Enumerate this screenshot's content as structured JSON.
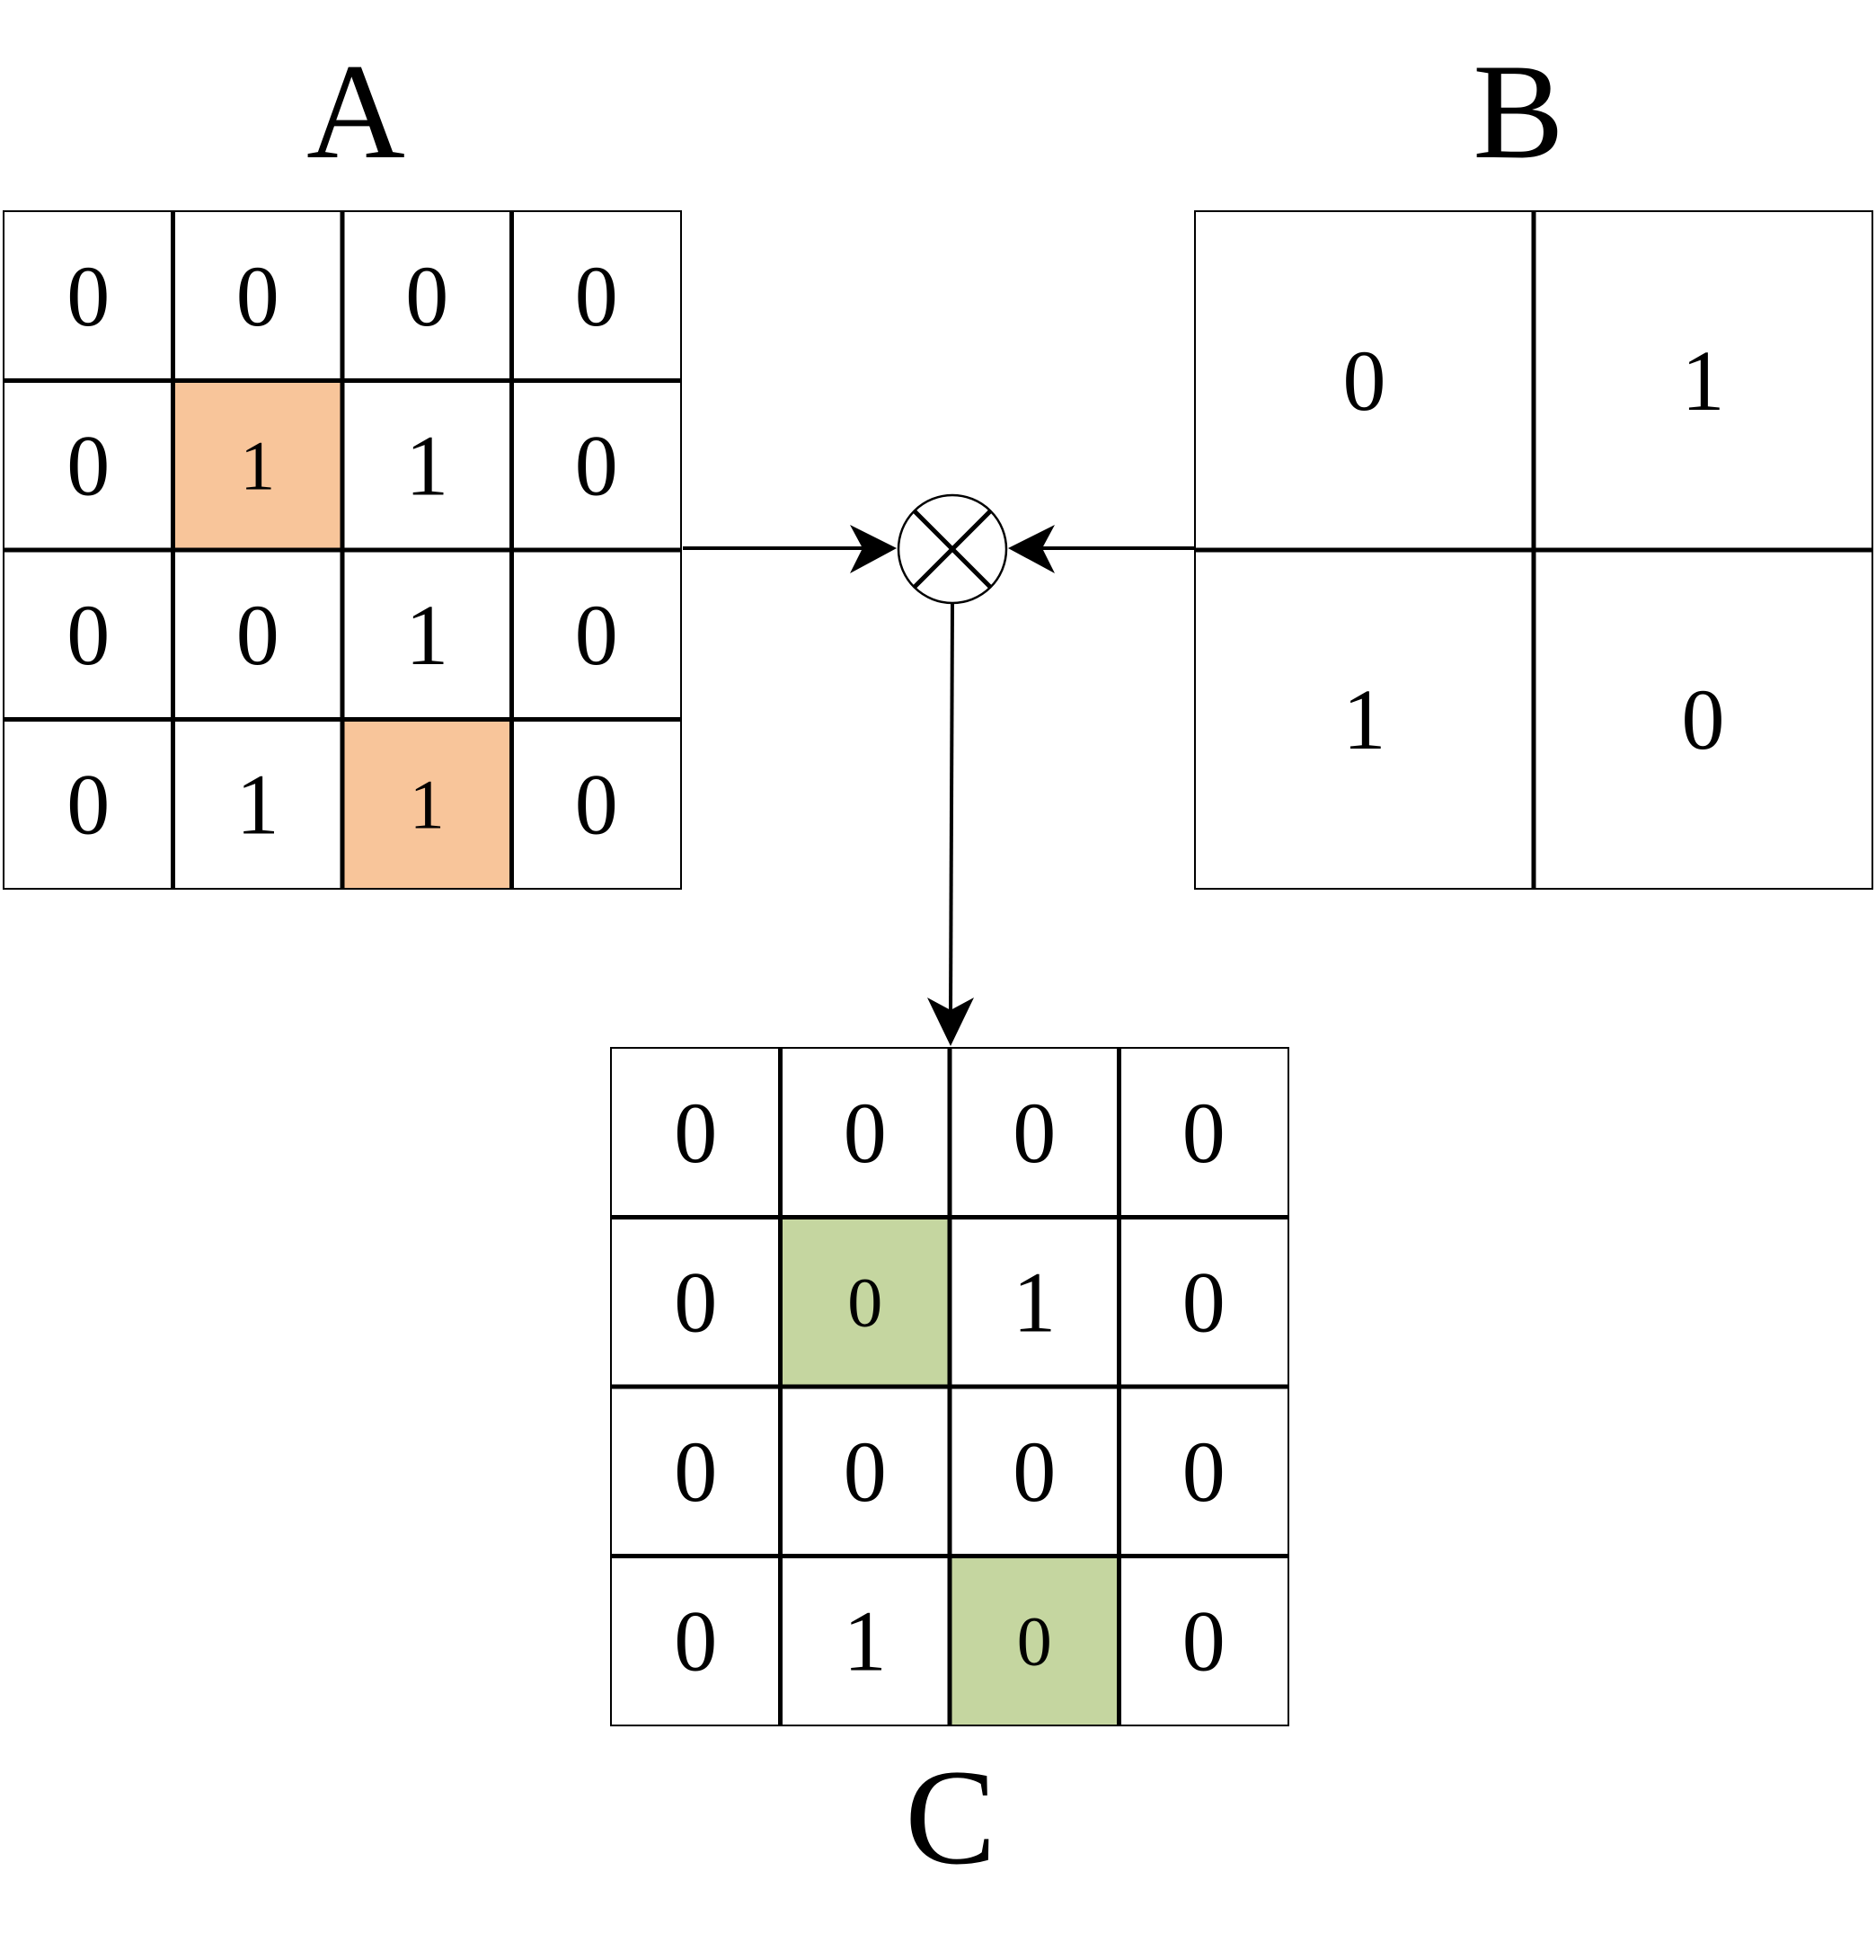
{
  "colors": {
    "highlight_a": "#f8c59a",
    "highlight_c": "#c5d6a0",
    "line": "#000000",
    "background": "#ffffff"
  },
  "operator": {
    "icon": "circled-times-icon",
    "meaning": "element-wise multiplication"
  },
  "matrices": {
    "A": {
      "label": "A",
      "values": [
        [
          "0",
          "0",
          "0",
          "0"
        ],
        [
          "0",
          "1",
          "1",
          "0"
        ],
        [
          "0",
          "0",
          "1",
          "0"
        ],
        [
          "0",
          "1",
          "1",
          "0"
        ]
      ],
      "highlighted": [
        [
          1,
          1
        ],
        [
          3,
          2
        ]
      ]
    },
    "B": {
      "label": "B",
      "values": [
        [
          "0",
          "1"
        ],
        [
          "1",
          "0"
        ]
      ],
      "highlighted": []
    },
    "C": {
      "label": "C",
      "values": [
        [
          "0",
          "0",
          "0",
          "0"
        ],
        [
          "0",
          "0",
          "1",
          "0"
        ],
        [
          "0",
          "0",
          "0",
          "0"
        ],
        [
          "0",
          "1",
          "0",
          "0"
        ]
      ],
      "highlighted": [
        [
          1,
          1
        ],
        [
          3,
          2
        ]
      ]
    }
  }
}
